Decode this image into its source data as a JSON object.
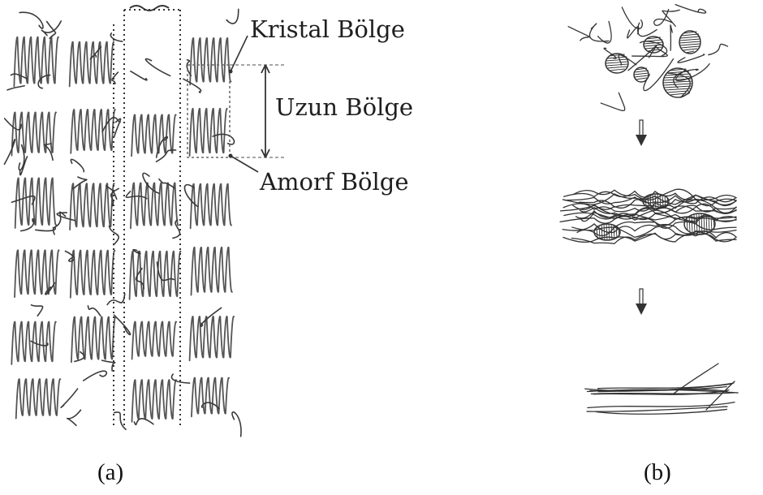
{
  "panel_a": {
    "labels": {
      "crystal": "Kristal Bölge",
      "long_period": "Uzun Bölge",
      "amorphous": "Amorf Bölge"
    },
    "caption": "(a)"
  },
  "panel_b": {
    "caption": "(b)"
  },
  "colors": {
    "ink": "#333333",
    "light_ink": "#8a8a8a",
    "background": "#ffffff"
  }
}
